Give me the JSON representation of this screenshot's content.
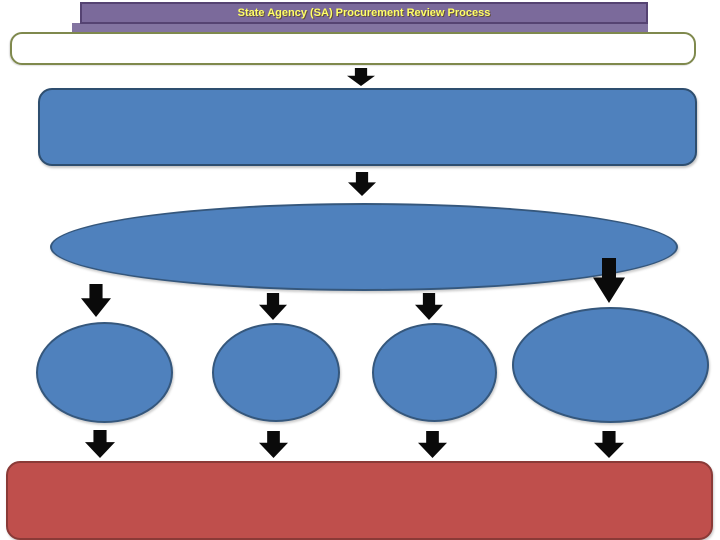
{
  "slide": {
    "title": "State Agency (SA) Procurement Review Process"
  },
  "diagram": {
    "type": "flowchart",
    "connector_style": "solid-black-block-down-arrows",
    "connector_color": "#000000",
    "nodes": [
      {
        "id": "banner",
        "shape": "banner-rectangle",
        "label": "State Agency (SA) Procurement Review Process",
        "fill": "#7b6a9b",
        "border": "#554372",
        "text_color": "#ffff66"
      },
      {
        "id": "start",
        "shape": "rounded-rectangle",
        "label": "",
        "fill": "#ffffff",
        "border": "#7f894d"
      },
      {
        "id": "step-1",
        "shape": "rounded-rectangle",
        "label": "",
        "fill": "#4f81bd",
        "border": "#2e4e6f"
      },
      {
        "id": "step-2",
        "shape": "wide-ellipse",
        "label": "",
        "fill": "#4f81bd",
        "border": "#35577c"
      },
      {
        "id": "branch-1",
        "shape": "ellipse",
        "label": "",
        "fill": "#4f81bd",
        "border": "#35577c"
      },
      {
        "id": "branch-2",
        "shape": "ellipse",
        "label": "",
        "fill": "#4f81bd",
        "border": "#35577c"
      },
      {
        "id": "branch-3",
        "shape": "ellipse",
        "label": "",
        "fill": "#4f81bd",
        "border": "#35577c"
      },
      {
        "id": "branch-4",
        "shape": "ellipse",
        "label": "",
        "fill": "#4f81bd",
        "border": "#35577c"
      },
      {
        "id": "end",
        "shape": "rounded-rectangle",
        "label": "",
        "fill": "#bf4f4c",
        "border": "#8a3a37"
      }
    ],
    "edges": [
      {
        "from": "start",
        "to": "step-1"
      },
      {
        "from": "step-1",
        "to": "step-2"
      },
      {
        "from": "step-2",
        "to": "branch-1"
      },
      {
        "from": "step-2",
        "to": "branch-2"
      },
      {
        "from": "step-2",
        "to": "branch-3"
      },
      {
        "from": "step-2",
        "to": "branch-4"
      },
      {
        "from": "branch-1",
        "to": "end"
      },
      {
        "from": "branch-2",
        "to": "end"
      },
      {
        "from": "branch-3",
        "to": "end"
      },
      {
        "from": "branch-4",
        "to": "end"
      }
    ]
  }
}
